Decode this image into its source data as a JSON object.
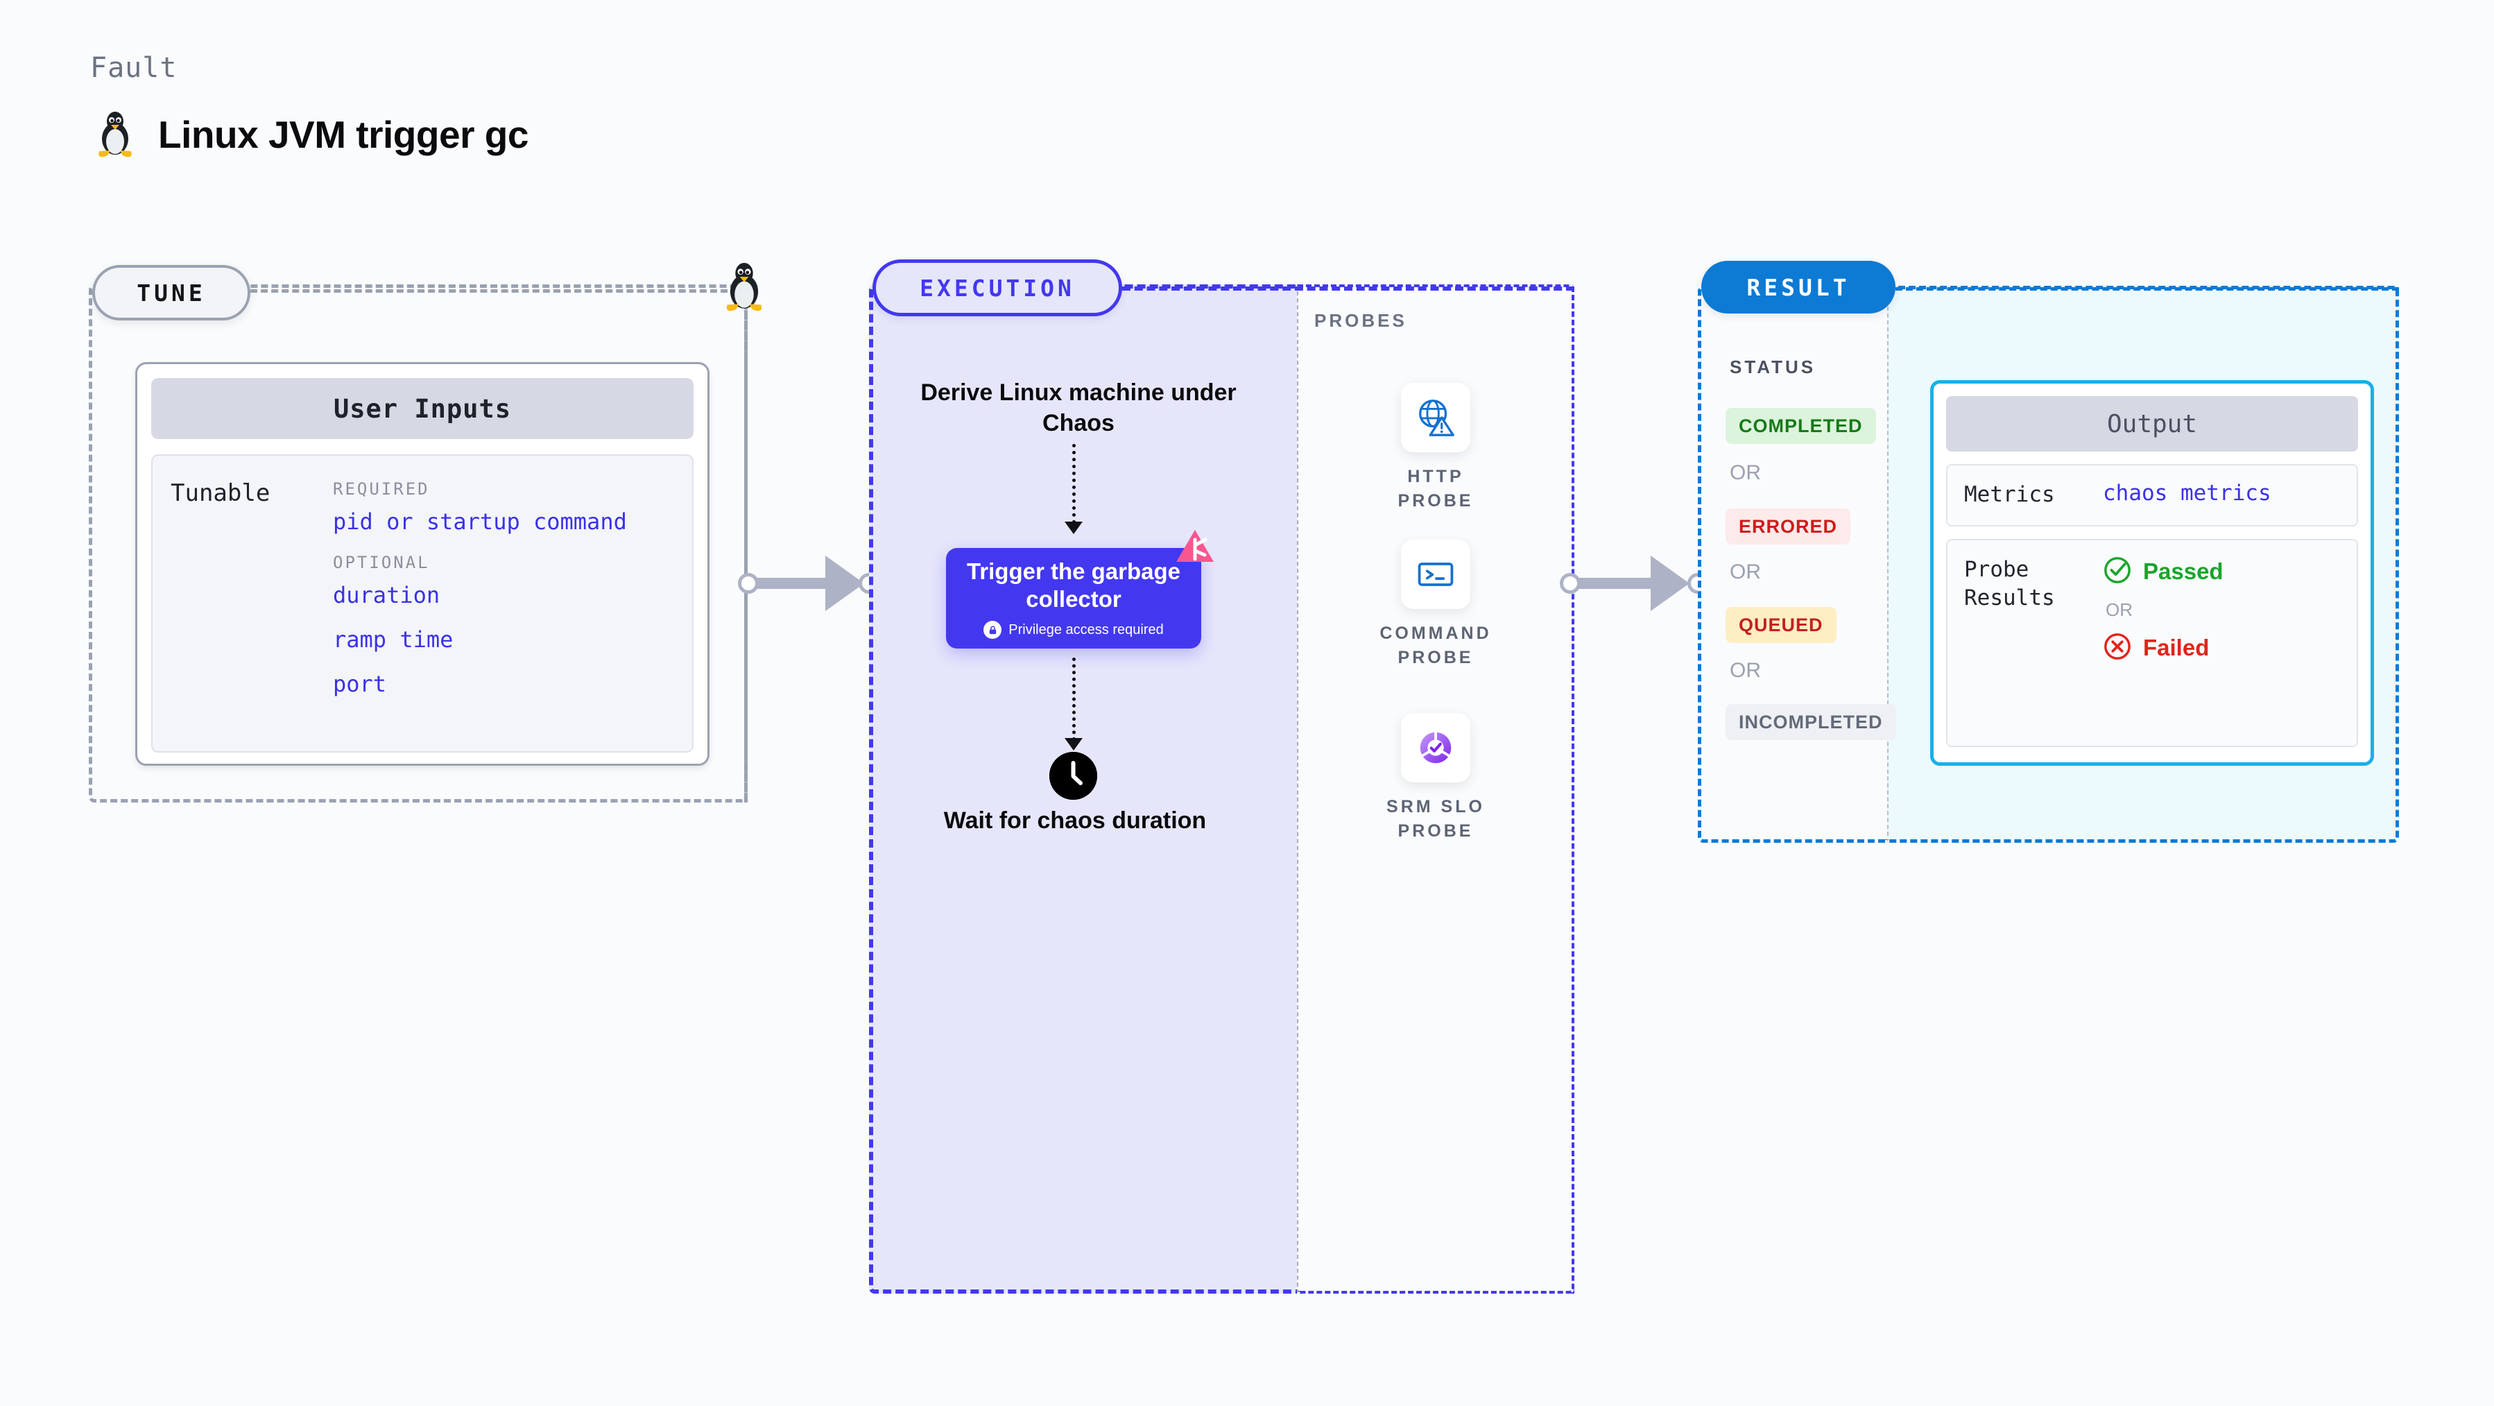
{
  "header": {
    "kicker": "Fault",
    "title": "Linux JVM trigger gc",
    "icon": "linux-penguin-icon"
  },
  "stages": {
    "tune": {
      "pill_label": "TUNE",
      "card": {
        "title": "User Inputs",
        "row_label": "Tunable",
        "groups": [
          {
            "heading": "REQUIRED",
            "items": [
              "pid or startup command"
            ]
          },
          {
            "heading": "OPTIONAL",
            "items": [
              "duration",
              "ramp time",
              "port"
            ]
          }
        ]
      }
    },
    "execution": {
      "pill_label": "EXECUTION",
      "step_top": "Derive Linux machine under Chaos",
      "node": {
        "title": "Trigger the garbage collector",
        "privilege_note": "Privilege access required",
        "lock_icon": "lock-icon",
        "badge_icon": "litmus-chaos-logo-icon"
      },
      "step_bottom": "Wait for chaos duration",
      "clock_icon": "clock-icon"
    },
    "probes": {
      "title": "PROBES",
      "items": [
        {
          "label": "HTTP PROBE",
          "icon": "http-probe-icon"
        },
        {
          "label": "COMMAND PROBE",
          "icon": "command-probe-icon"
        },
        {
          "label": "SRM SLO PROBE",
          "icon": "srm-slo-probe-icon"
        }
      ]
    },
    "result": {
      "pill_label": "RESULT",
      "status_title": "STATUS",
      "or_label": "OR",
      "statuses": [
        {
          "label": "COMPLETED",
          "bg": "#dcf3dc",
          "fg": "#177a18"
        },
        {
          "label": "ERRORED",
          "bg": "#fdeaea",
          "fg": "#cf1b1b"
        },
        {
          "label": "QUEUED",
          "bg": "#fdeec4",
          "fg": "#c42020"
        },
        {
          "label": "INCOMPLETED",
          "bg": "#eef0f4",
          "fg": "#636a79"
        }
      ]
    },
    "output": {
      "title": "Output",
      "metrics_label": "Metrics",
      "metrics_value": "chaos metrics",
      "probe_results_label": "Probe Results",
      "passed_label": "Passed",
      "failed_label": "Failed",
      "or_label": "OR",
      "passed_icon": "check-circle-icon",
      "failed_icon": "x-circle-icon"
    }
  },
  "colors": {
    "accent_purple": "#4338f0",
    "accent_blue": "#0d7ad4",
    "accent_cyan": "#18b0e8",
    "litmus_pink": "#f8568f",
    "pass_green": "#1aa52b",
    "fail_red": "#e0241c",
    "connector_gray": "#aeb2c6"
  }
}
